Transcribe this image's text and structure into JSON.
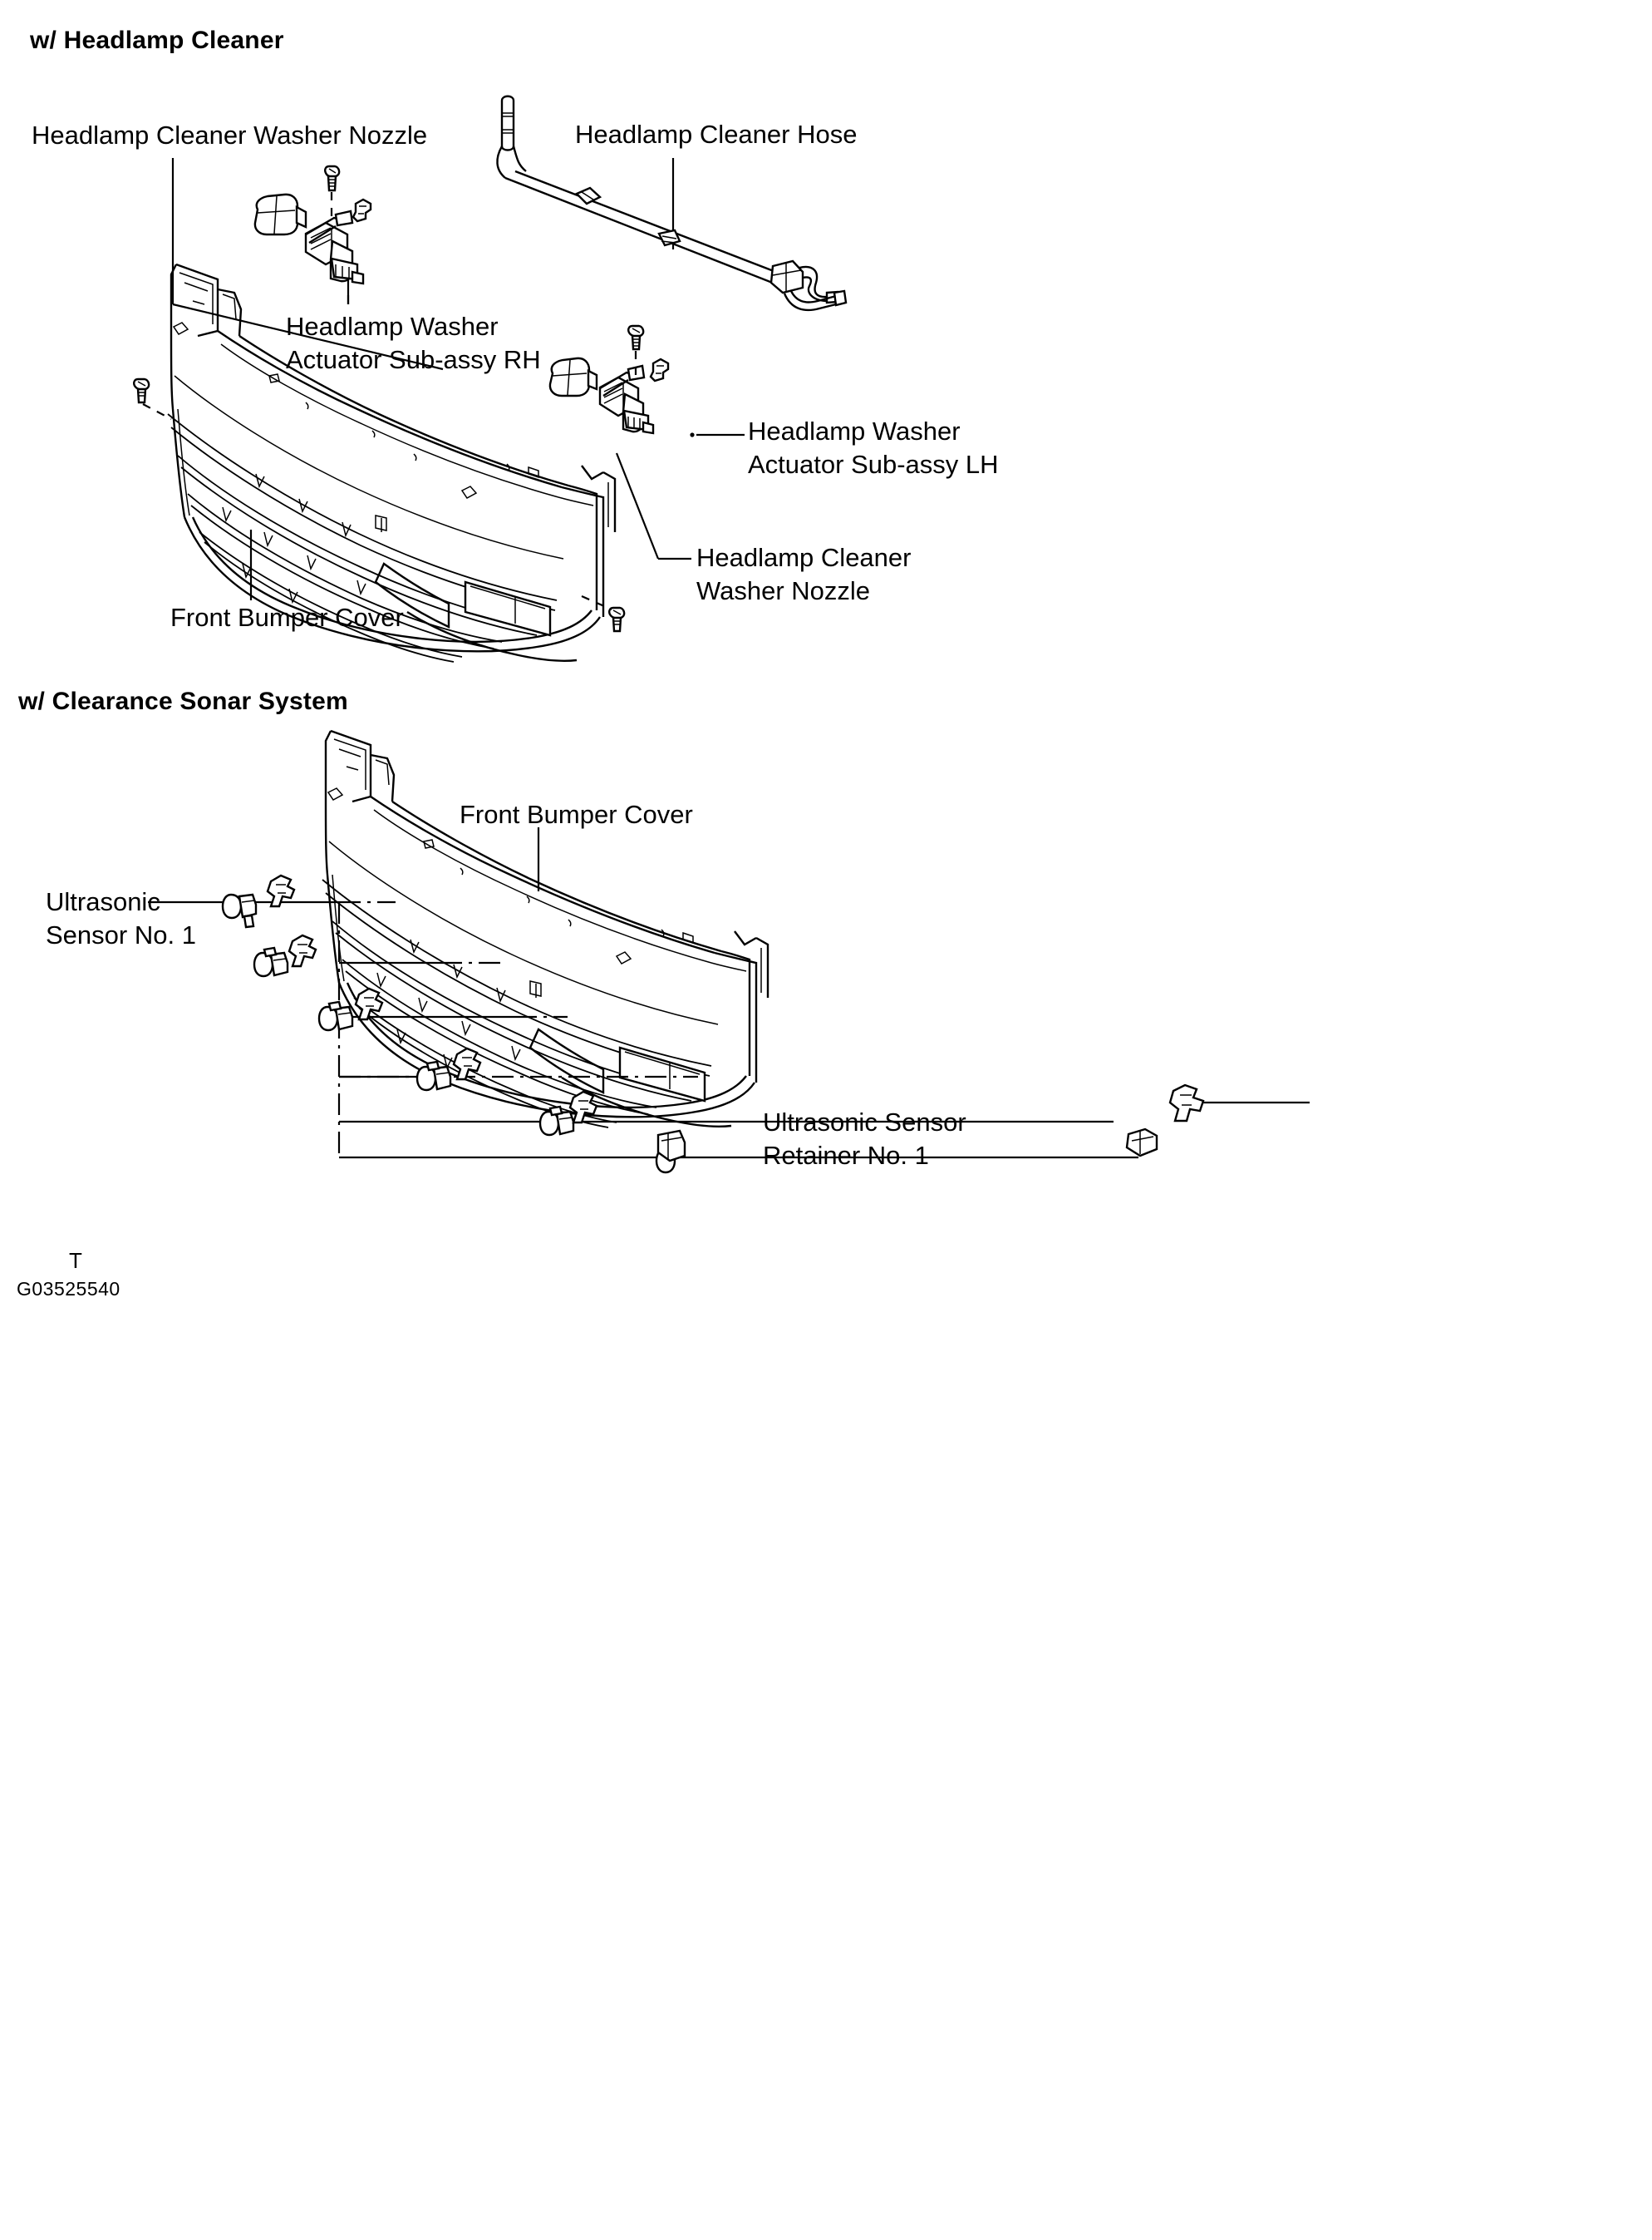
{
  "document": {
    "footer_code": "G03525540",
    "tee_mark": "T"
  },
  "sections": [
    {
      "id": "headlamp-cleaner",
      "heading": "w/ Headlamp Cleaner",
      "callouts": [
        {
          "id": "headlamp-cleaner-washer-nozzle-top",
          "text": "Headlamp Cleaner Washer Nozzle"
        },
        {
          "id": "headlamp-cleaner-hose",
          "text": "Headlamp Cleaner Hose"
        },
        {
          "id": "headlamp-washer-actuator-rh",
          "line1": "Headlamp Washer",
          "line2": "Actuator Sub-assy RH"
        },
        {
          "id": "headlamp-washer-actuator-lh",
          "line1": "Headlamp Washer",
          "line2": "Actuator Sub-assy LH"
        },
        {
          "id": "headlamp-cleaner-washer-nozzle-bottom",
          "line1": "Headlamp Cleaner",
          "line2": "Washer Nozzle"
        },
        {
          "id": "front-bumper-cover-1",
          "text": "Front Bumper Cover"
        }
      ]
    },
    {
      "id": "clearance-sonar-system",
      "heading": "w/ Clearance Sonar System",
      "callouts": [
        {
          "id": "front-bumper-cover-2",
          "text": "Front Bumper Cover"
        },
        {
          "id": "ultrasonic-sensor-no1",
          "line1": "Ultrasonic",
          "line2": "Sensor No. 1"
        },
        {
          "id": "ultrasonic-sensor-retainer-no1",
          "line1": "Ultrasonic Sensor",
          "line2": "Retainer No. 1"
        }
      ]
    }
  ],
  "colors": {
    "ink": "#000000",
    "paper": "#ffffff"
  }
}
